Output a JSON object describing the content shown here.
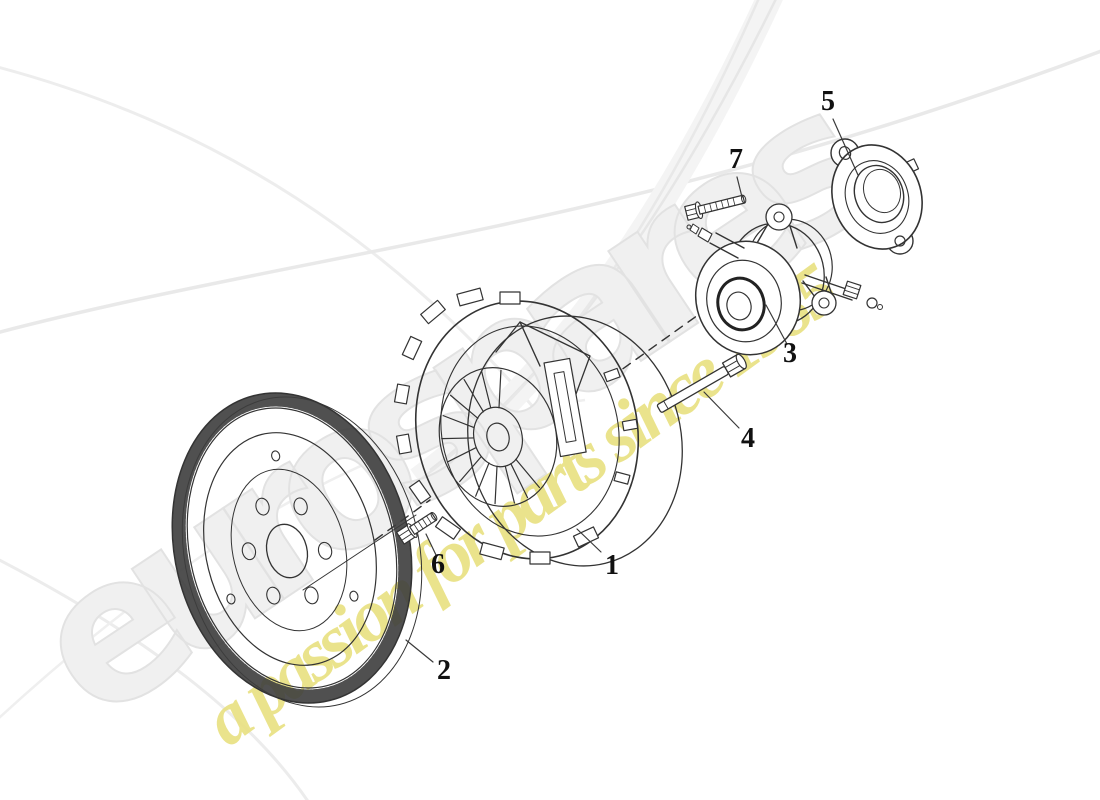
{
  "watermark": {
    "brand": "eurospares",
    "brand_color": "#f0f0f0",
    "brand_outline": "#e2e2e2",
    "tagline": "a passion for parts since 1985",
    "tagline_color": "#e9e183"
  },
  "diagram": {
    "line_color": "#333333",
    "label_color": "#111111",
    "callouts": [
      {
        "number": "1",
        "part": "clutch-cover-assembly"
      },
      {
        "number": "2",
        "part": "flywheel-ring-gear"
      },
      {
        "number": "3",
        "part": "release-bearing-slave-cylinder"
      },
      {
        "number": "4",
        "part": "long-bolt"
      },
      {
        "number": "5",
        "part": "cover-plate"
      },
      {
        "number": "6",
        "part": "flywheel-bolt"
      },
      {
        "number": "7",
        "part": "small-bolt"
      }
    ]
  }
}
